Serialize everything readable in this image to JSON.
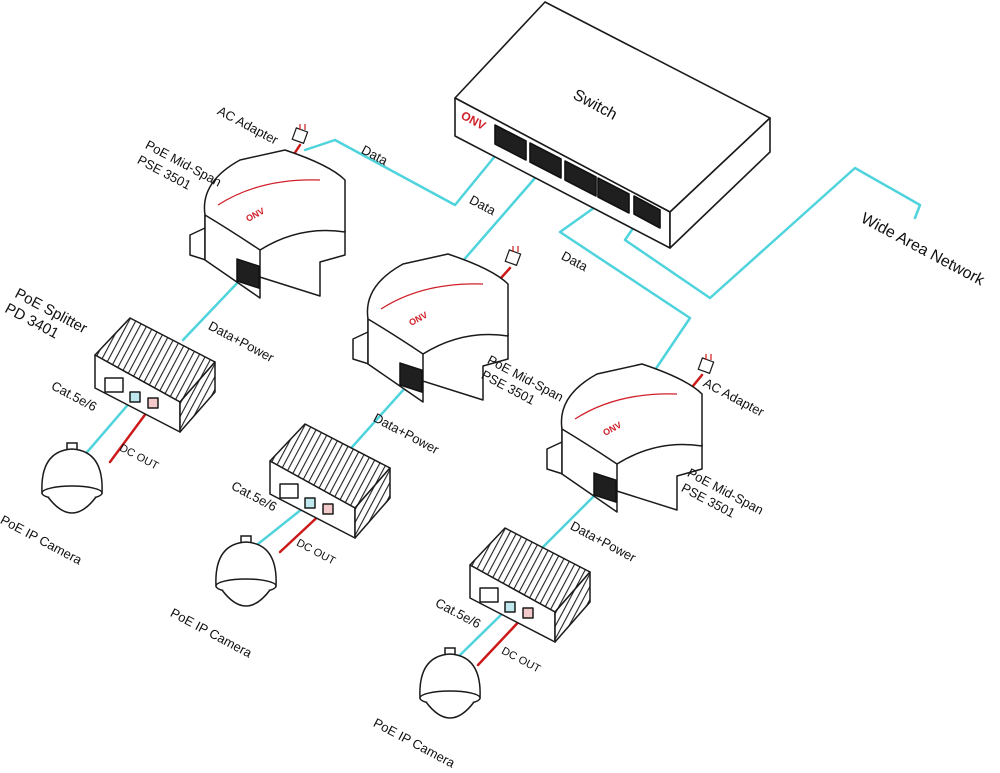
{
  "diagram": {
    "colors": {
      "data_cable": "#4fd3dc",
      "power_cable": "#cc1a1a",
      "device_fill": "#ffffff",
      "device_stroke": "#1a1a1a",
      "brand_red": "#d0202a",
      "port": "#1f1f1f"
    },
    "switch": {
      "title": "Switch",
      "logo": "ONV"
    },
    "wan_label": "Wide Area Network",
    "data_label": "Data",
    "data_power_label": "Data+Power",
    "ac_adapter_label": "AC Adapter",
    "midspan_label_line1": "PoE Mid-Span",
    "midspan_label_line2": "PSE 3501",
    "splitter_label_line1": "PoE Splitter",
    "splitter_label_line2": "PD 3401",
    "cat_label": "Cat.5e/6",
    "dcout_label": "DC OUT",
    "camera_label": "PoE IP Camera",
    "branch_count": 3
  }
}
